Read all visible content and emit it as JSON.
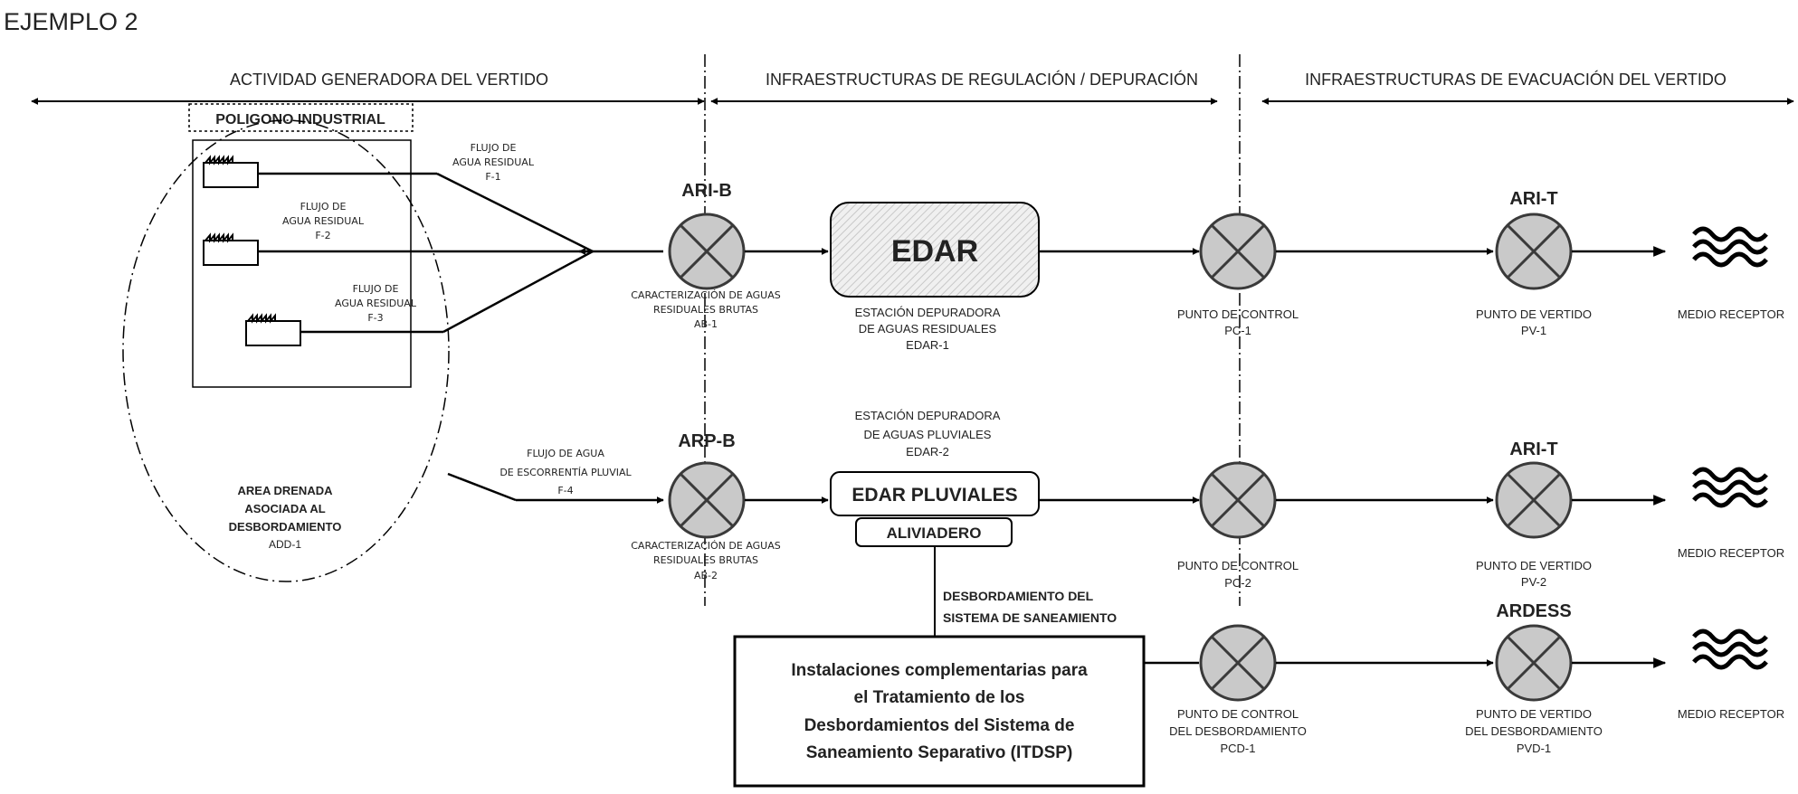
{
  "page_title": "EJEMPLO 2",
  "headers": {
    "activity": "ACTIVIDAD GENERADORA DEL VERTIDO",
    "regulation": "INFRAESTRUCTURAS DE REGULACIÓN / DEPURACIÓN",
    "evacuation": "INFRAESTRUCTURAS DE EVACUACIÓN DEL VERTIDO"
  },
  "industrial_area": {
    "label": "POLIGONO INDUSTRIAL",
    "drained_area": [
      "AREA DRENADA",
      "ASOCIADA AL",
      "DESBORDAMIENTO",
      "ADD-1"
    ]
  },
  "flows": {
    "f1": [
      "FLUJO DE",
      "AGUA RESIDUAL",
      "F-1"
    ],
    "f2": [
      "FLUJO DE",
      "AGUA RESIDUAL",
      "F-2"
    ],
    "f3": [
      "FLUJO DE",
      "AGUA RESIDUAL",
      "F-3"
    ],
    "f4": [
      "FLUJO DE AGUA",
      "DE ESCORRENTÍA PLUVIAL",
      "F-4"
    ]
  },
  "row1": {
    "node_a_code": "ARI-B",
    "node_a_desc": [
      "CARACTERIZACIÓN DE AGUAS",
      "RESIDUALES BRUTAS",
      "AB-1"
    ],
    "plant_label": "EDAR",
    "plant_desc": [
      "ESTACIÓN DEPURADORA",
      "DE AGUAS RESIDUALES",
      "EDAR-1"
    ],
    "control_desc": [
      "PUNTO DE CONTROL",
      "PC-1"
    ],
    "discharge_code": "ARI-T",
    "discharge_desc": [
      "PUNTO DE VERTIDO",
      "PV-1"
    ],
    "receptor": "MEDIO RECEPTOR"
  },
  "row2": {
    "node_a_code": "ARP-B",
    "node_a_desc": [
      "CARACTERIZACIÓN DE AGUAS",
      "RESIDUALES BRUTAS",
      "AB-2"
    ],
    "plant_title": [
      "ESTACIÓN DEPURADORA",
      "DE AGUAS PLUVIALES",
      "EDAR-2"
    ],
    "plant_label": "EDAR PLUVIALES",
    "overflow_label": "ALIVIADERO",
    "control_desc": [
      "PUNTO DE CONTROL",
      "PC-2"
    ],
    "discharge_code": "ARI-T",
    "discharge_desc": [
      "PUNTO DE VERTIDO",
      "PV-2"
    ],
    "receptor": "MEDIO RECEPTOR"
  },
  "row3": {
    "overflow_desc": [
      "DESBORDAMIENTO DEL",
      "SISTEMA DE SANEAMIENTO"
    ],
    "itdsp": [
      "Instalaciones complementarias para",
      "el Tratamiento de los",
      "Desbordamientos del Sistema de",
      "Saneamiento Separativo (ITDSP)"
    ],
    "control_desc": [
      "PUNTO DE CONTROL",
      "DEL DESBORDAMIENTO",
      "PCD-1"
    ],
    "discharge_code": "ARDESS",
    "discharge_desc": [
      "PUNTO DE VERTIDO",
      "DEL DESBORDAMIENTO",
      "PVD-1"
    ],
    "receptor": "MEDIO RECEPTOR"
  }
}
